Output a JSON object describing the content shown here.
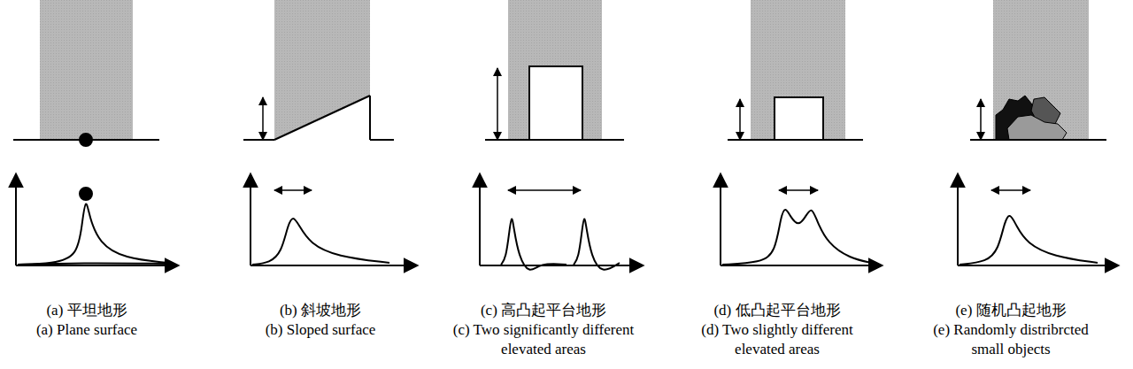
{
  "diagram": {
    "labels": [
      "(a) 平坦地形",
      "(a) Plane surface",
      "(b) 斜坡地形",
      "(b) Sloped surface",
      "(c) 高凸起平台地形",
      "(c) Two significantly different elevated areas",
      "(d) 低凸起平台地形",
      "(d) Two slightly different elevated areas",
      "(e) 随机凸起地形",
      "(e) Randomly distribrcted small objects"
    ]
  }
}
